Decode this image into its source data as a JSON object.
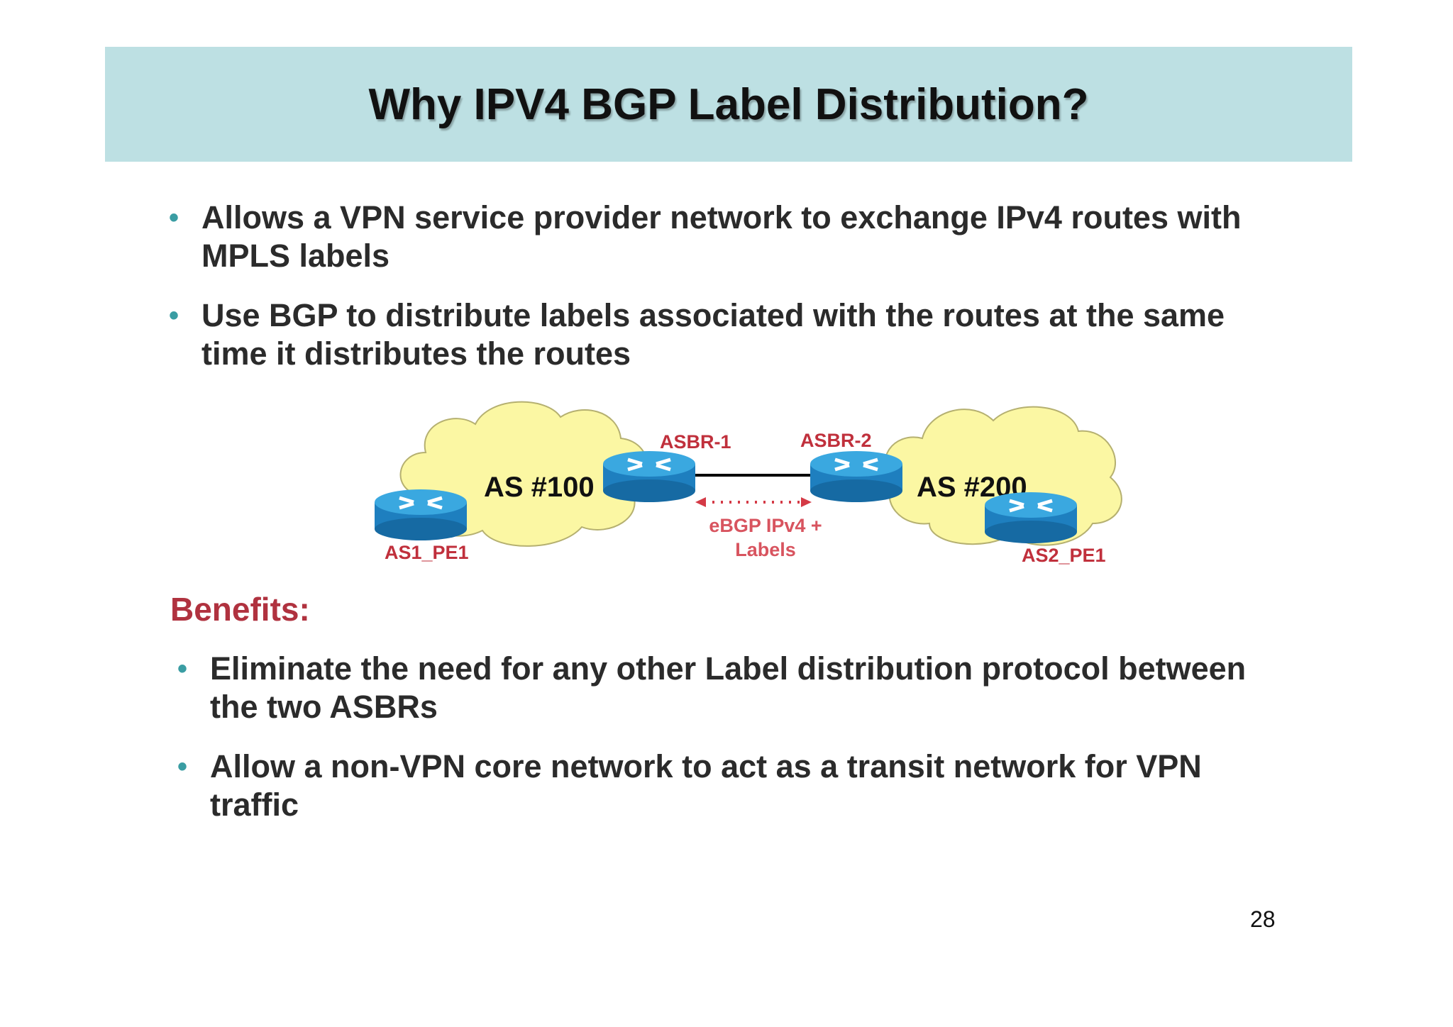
{
  "title": "Why IPV4 BGP Label Distribution?",
  "bullets": [
    "Allows a VPN service provider network to exchange IPv4 routes with MPLS labels",
    "Use BGP to distribute labels associated with the routes at the same time it distributes the routes"
  ],
  "diagram": {
    "clouds": [
      {
        "label": "AS #100"
      },
      {
        "label": "AS #200"
      }
    ],
    "routers": [
      {
        "label": "AS1_PE1"
      },
      {
        "label": "ASBR-1"
      },
      {
        "label": "ASBR-2"
      },
      {
        "label": "AS2_PE1"
      }
    ],
    "link": {
      "line1": "eBGP IPv4 +",
      "line2": "Labels"
    },
    "colors": {
      "cloud": "#fbf7a3",
      "router": "#1e8fd0",
      "label": "#c0303c"
    }
  },
  "benefits": {
    "heading": "Benefits:",
    "items": [
      "Eliminate the need for any other Label distribution protocol between the two ASBRs",
      "Allow a non-VPN core network to act as a transit network for VPN traffic"
    ]
  },
  "page_number": "28"
}
